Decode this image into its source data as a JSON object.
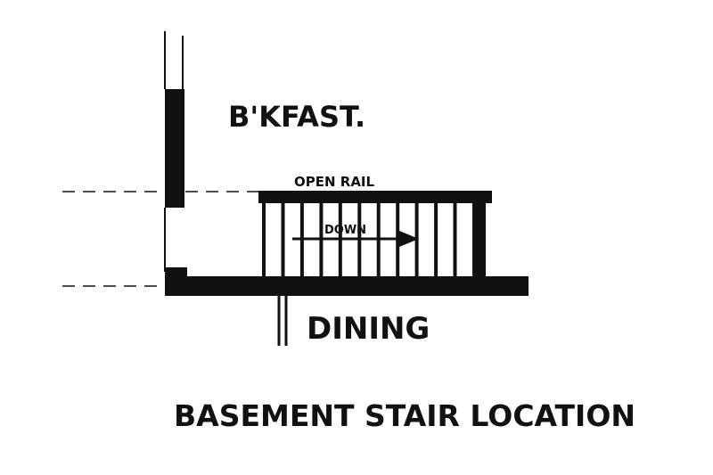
{
  "labels": {
    "breakfast": "B'KFAST.",
    "open_rail": "OPEN RAIL",
    "down": "DOWN",
    "dining": "DINING",
    "caption": "BASEMENT STAIR LOCATION"
  },
  "colors": {
    "ink": "#111111",
    "background": "#ffffff"
  },
  "stair": {
    "tread_count": 12
  }
}
